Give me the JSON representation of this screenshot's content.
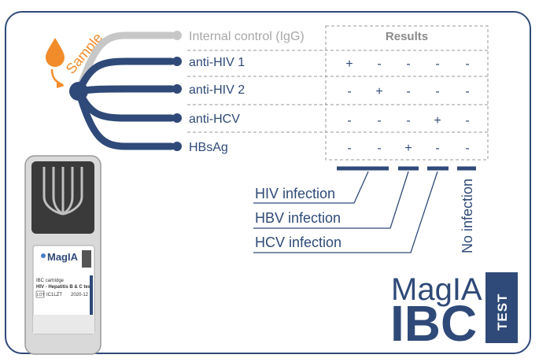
{
  "sample_label": "Sample",
  "channels": [
    {
      "label": "Internal control (IgG)",
      "style": "control"
    },
    {
      "label": "anti-HIV 1",
      "style": "active"
    },
    {
      "label": "anti-HIV 2",
      "style": "active"
    },
    {
      "label": "anti-HCV",
      "style": "active"
    },
    {
      "label": "HBsAg",
      "style": "active"
    }
  ],
  "results_header": "Results",
  "results": [
    [
      "+",
      "-",
      "-",
      "-",
      "-"
    ],
    [
      "-",
      "+",
      "-",
      "-",
      "-"
    ],
    [
      "-",
      "-",
      "-",
      "+",
      "-"
    ],
    [
      "-",
      "-",
      "+",
      "-",
      "-"
    ]
  ],
  "interpretations": [
    {
      "label": "HIV  infection"
    },
    {
      "label": "HBV infection"
    },
    {
      "label": "HCV infection"
    },
    {
      "label": "No infection"
    }
  ],
  "cartridge": {
    "logo": "MagIA",
    "line1": "IBC cartridge",
    "line2": "HIV - Hepatitis B & C test",
    "lot_label": "LOT",
    "lot_value": "IC1LZT",
    "expiry": "2020-12"
  },
  "brand": {
    "line1": "MagIA",
    "line2": "IBC",
    "tag": "TEST"
  },
  "colors": {
    "navy": "#2f4a78",
    "gray": "#c7c7c7",
    "orange": "#f28c2b"
  }
}
